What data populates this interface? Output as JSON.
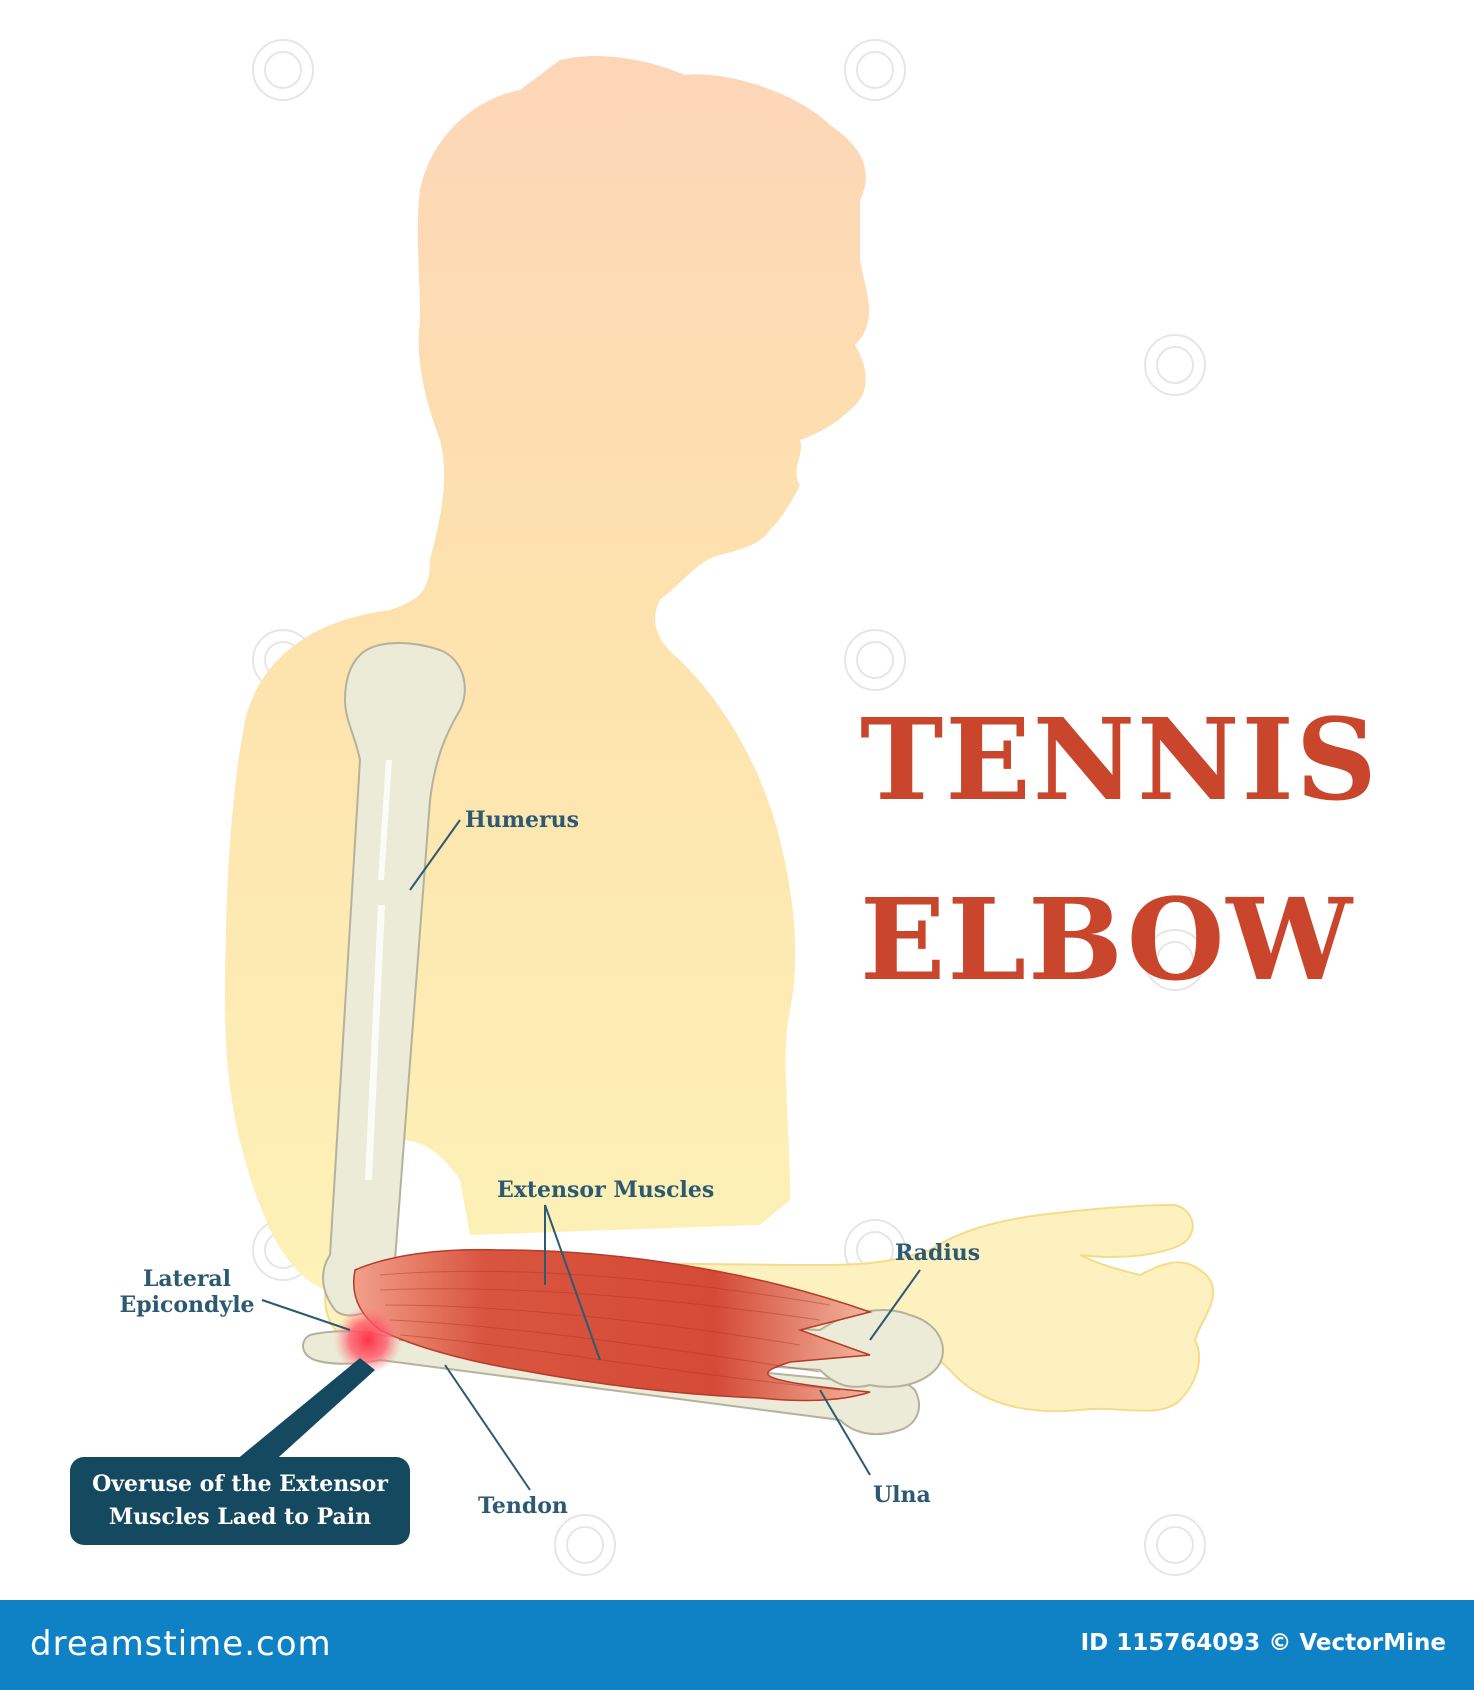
{
  "title": {
    "line1": "TENNIS",
    "line2": "ELBOW"
  },
  "labels": {
    "humerus": "Humerus",
    "extensor_muscles": "Extensor Muscles",
    "radius": "Radius",
    "lateral_epicondyle_line1": "Lateral",
    "lateral_epicondyle_line2": "Epicondyle",
    "tendon": "Tendon",
    "ulna": "Ulna"
  },
  "callout": {
    "line1": "Overuse of the Extensor",
    "line2": "Muscles Laed to Pain"
  },
  "footer": {
    "brand": "dreamstime.com",
    "id_text": "ID 115764093 © VectorMine"
  },
  "colors": {
    "title": "#c9452c",
    "label": "#2b5a72",
    "callout_bg": "#15495f",
    "footer_bg": "#0f82c6",
    "head_skin": "#fcd7b6",
    "body_skin": "#fde8a8",
    "bone": "#ebe6d2",
    "muscle": "#d9553f",
    "pain": "#e8203a"
  }
}
